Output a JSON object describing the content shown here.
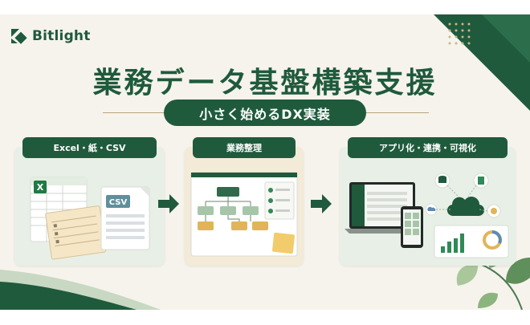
{
  "brand": {
    "name": "Bitlight"
  },
  "headline": "業務データ基盤構築支援",
  "tagline": "小さく始めるDX実装",
  "steps": [
    {
      "label": "Excel・紙・CSV",
      "file_badge": "CSV",
      "excel_badge": "X"
    },
    {
      "label": "業務整理"
    },
    {
      "label": "アプリ化・連携・可視化"
    }
  ],
  "colors": {
    "brand_green": "#1f5a3c",
    "accent_gold": "#d9b15a",
    "panel_green": "#e8efe6",
    "panel_cream": "#f3ead7"
  }
}
